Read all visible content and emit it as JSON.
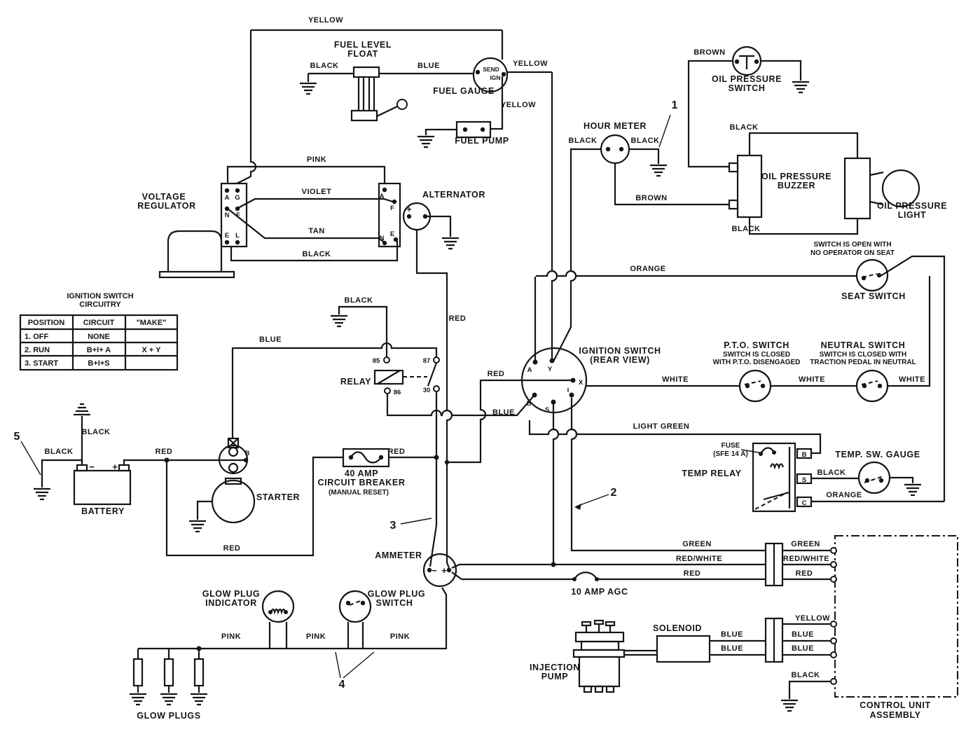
{
  "colors": {
    "ink": "#151515",
    "paper": "#ffffff"
  },
  "wire_labels": {
    "yellow": "YELLOW",
    "black": "BLACK",
    "blue": "BLUE",
    "pink": "PINK",
    "violet": "VIOLET",
    "tan": "TAN",
    "brown": "BROWN",
    "red": "RED",
    "orange": "ORANGE",
    "white": "WHITE",
    "green": "GREEN",
    "light_green": "LIGHT GREEN",
    "red_white": "RED/WHITE"
  },
  "components": {
    "fuel_float_1": "FUEL LEVEL",
    "fuel_float_2": "FLOAT",
    "fuel_gauge": "FUEL GAUGE",
    "fuel_gauge_send": "SEND",
    "fuel_gauge_ign": "IGN",
    "fuel_pump": "FUEL PUMP",
    "voltage_reg_1": "VOLTAGE",
    "voltage_reg_2": "REGULATOR",
    "alternator": "ALTERNATOR",
    "oil_switch_1": "OIL PRESSURE",
    "oil_switch_2": "SWITCH",
    "hour_meter": "HOUR METER",
    "buzzer_1": "OIL PRESSURE",
    "buzzer_2": "BUZZER",
    "oil_light_1": "OIL PRESSURE",
    "oil_light_2": "LIGHT",
    "seat_switch": "SEAT SWITCH",
    "pto_switch": "P.T.O. SWITCH",
    "neutral_switch": "NEUTRAL SWITCH",
    "relay": "RELAY",
    "ignition_1": "IGNITION SWITCH",
    "ignition_2": "(REAR VIEW)",
    "temp_relay": "TEMP RELAY",
    "temp_gauge": "TEMP. SW. GAUGE",
    "fuse_1": "FUSE",
    "fuse_2": "(SFE 14 A)",
    "battery": "BATTERY",
    "starter": "STARTER",
    "ammeter": "AMMETER",
    "breaker_1": "40 AMP",
    "breaker_2": "CIRCUIT BREAKER",
    "breaker_3": "(MANUAL RESET)",
    "glow_ind_1": "GLOW PLUG",
    "glow_ind_2": "INDICATOR",
    "glow_sw_1": "GLOW PLUG",
    "glow_sw_2": "SWITCH",
    "glow_plugs": "GLOW PLUGS",
    "agc_fuse": "10 AMP AGC",
    "injection_1": "INJECTION",
    "injection_2": "PUMP",
    "solenoid": "SOLENOID",
    "control_1": "CONTROL UNIT",
    "control_2": "ASSEMBLY"
  },
  "notes": {
    "seat_1": "SWITCH IS OPEN WITH",
    "seat_2": "NO OPERATOR ON SEAT",
    "pto_1": "SWITCH IS CLOSED",
    "pto_2": "WITH P.T.O. DISENGAGED",
    "neutral_1": "SWITCH IS CLOSED WITH",
    "neutral_2": "TRACTION PEDAL IN NEUTRAL"
  },
  "table": {
    "title_1": "IGNITION SWITCH",
    "title_2": "CIRCUITRY",
    "headers": [
      "POSITION",
      "CIRCUIT",
      "\"MAKE\""
    ],
    "rows": [
      {
        "position": "1.  OFF",
        "circuit": "NONE",
        "make": ""
      },
      {
        "position": "2.  RUN",
        "circuit": "B+I+ A",
        "make": "X + Y"
      },
      {
        "position": "3. START",
        "circuit": "B+I+S",
        "make": ""
      }
    ]
  },
  "terminals": {
    "a": "A",
    "g": "G",
    "n": "N",
    "f": "F",
    "e": "E",
    "l": "L",
    "y": "Y",
    "x": "X",
    "b": "B",
    "s": "S",
    "i": "I",
    "c": "C",
    "r85": "85",
    "r87": "87",
    "r86": "86",
    "r30": "30",
    "plus": "+",
    "minus": "−"
  },
  "callouts": {
    "n1": "1",
    "n2": "2",
    "n3": "3",
    "n4": "4",
    "n5": "5"
  }
}
